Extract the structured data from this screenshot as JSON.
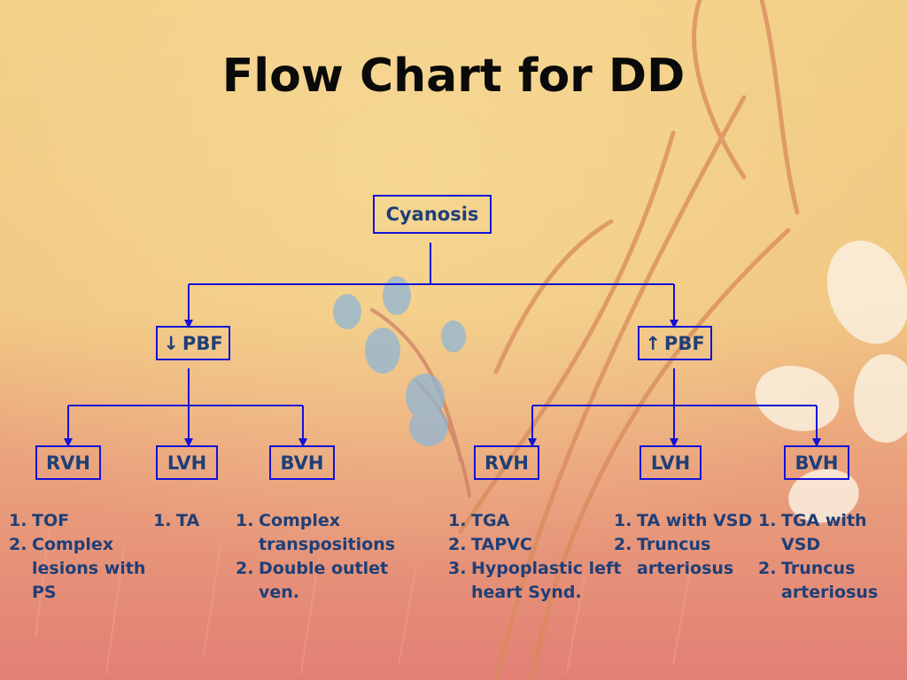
{
  "title": "Flow Chart for DD",
  "root": {
    "label": "Cyanosis"
  },
  "branches": [
    {
      "symbol": "↓",
      "label": "PBF",
      "children": [
        {
          "label": "RVH",
          "items": [
            "TOF",
            "Complex lesions with PS"
          ]
        },
        {
          "label": "LVH",
          "items": [
            "TA"
          ]
        },
        {
          "label": "BVH",
          "items": [
            "Complex transpositions",
            "Double outlet ven."
          ]
        }
      ]
    },
    {
      "symbol": "↑",
      "label": "PBF",
      "children": [
        {
          "label": "RVH",
          "items": [
            "TGA",
            "TAPVC",
            "Hypoplastic left heart Synd."
          ]
        },
        {
          "label": "LVH",
          "items": [
            "TA with VSD",
            "Truncus arteriosus"
          ]
        },
        {
          "label": "BVH",
          "items": [
            "TGA with VSD",
            "Truncus arteriosus"
          ]
        }
      ]
    }
  ],
  "colors": {
    "box_border": "#1212d8",
    "node_text": "#1e3f78",
    "title": "#0a0a0a",
    "wire": "#1212d8"
  }
}
